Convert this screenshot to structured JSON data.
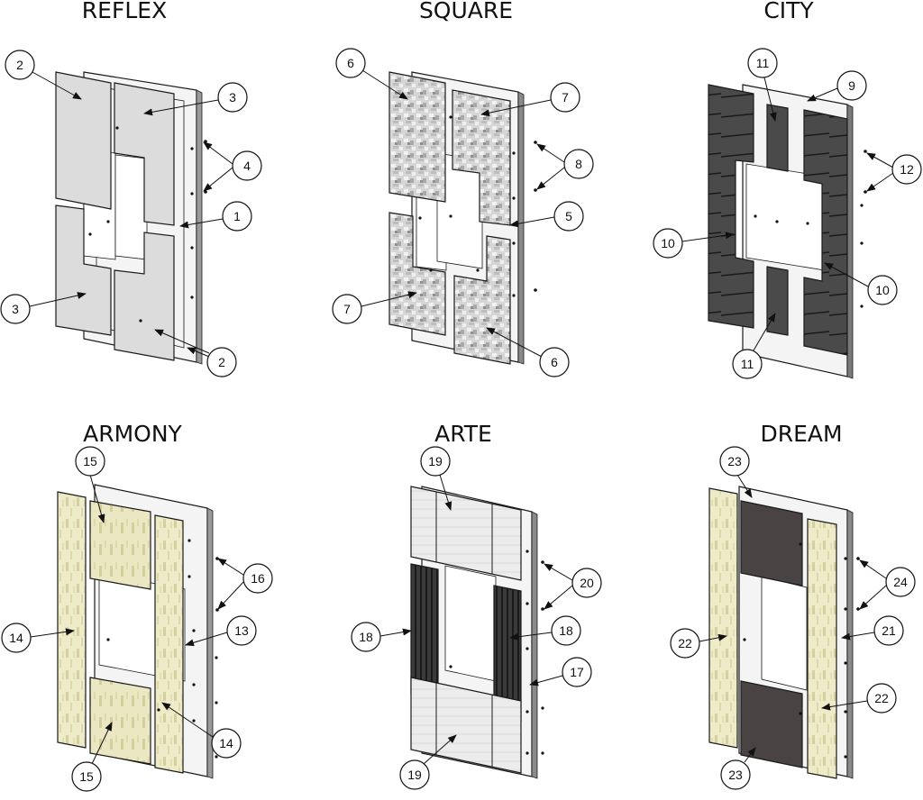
{
  "panels": [
    {
      "title": "REFLEX",
      "callouts": [
        "2",
        "3",
        "4",
        "1",
        "3",
        "2"
      ]
    },
    {
      "title": "SQUARE",
      "callouts": [
        "6",
        "7",
        "8",
        "5",
        "7",
        "6"
      ]
    },
    {
      "title": "CITY",
      "callouts": [
        "11",
        "9",
        "12",
        "10",
        "10",
        "11"
      ]
    },
    {
      "title": "ARMONY",
      "callouts": [
        "15",
        "16",
        "13",
        "14",
        "14",
        "15"
      ]
    },
    {
      "title": "ARTE",
      "callouts": [
        "19",
        "20",
        "18",
        "18",
        "17",
        "19"
      ]
    },
    {
      "title": "DREAM",
      "callouts": [
        "23",
        "24",
        "21",
        "22",
        "22",
        "23"
      ]
    }
  ],
  "colors": {
    "line": "#1a1a1a",
    "frame": "#f4f4f4",
    "reflex_panel": "#dcdcdc",
    "square_panel": "#cfcfcf",
    "city_panel": "#4a4a4a",
    "armony_panel": "#eae8c8",
    "arte_panel": "#e6e6e6",
    "arte_slat": "#3a3a3a",
    "dream_panel": "#eae6c4",
    "dream_dark": "#4a4344"
  }
}
